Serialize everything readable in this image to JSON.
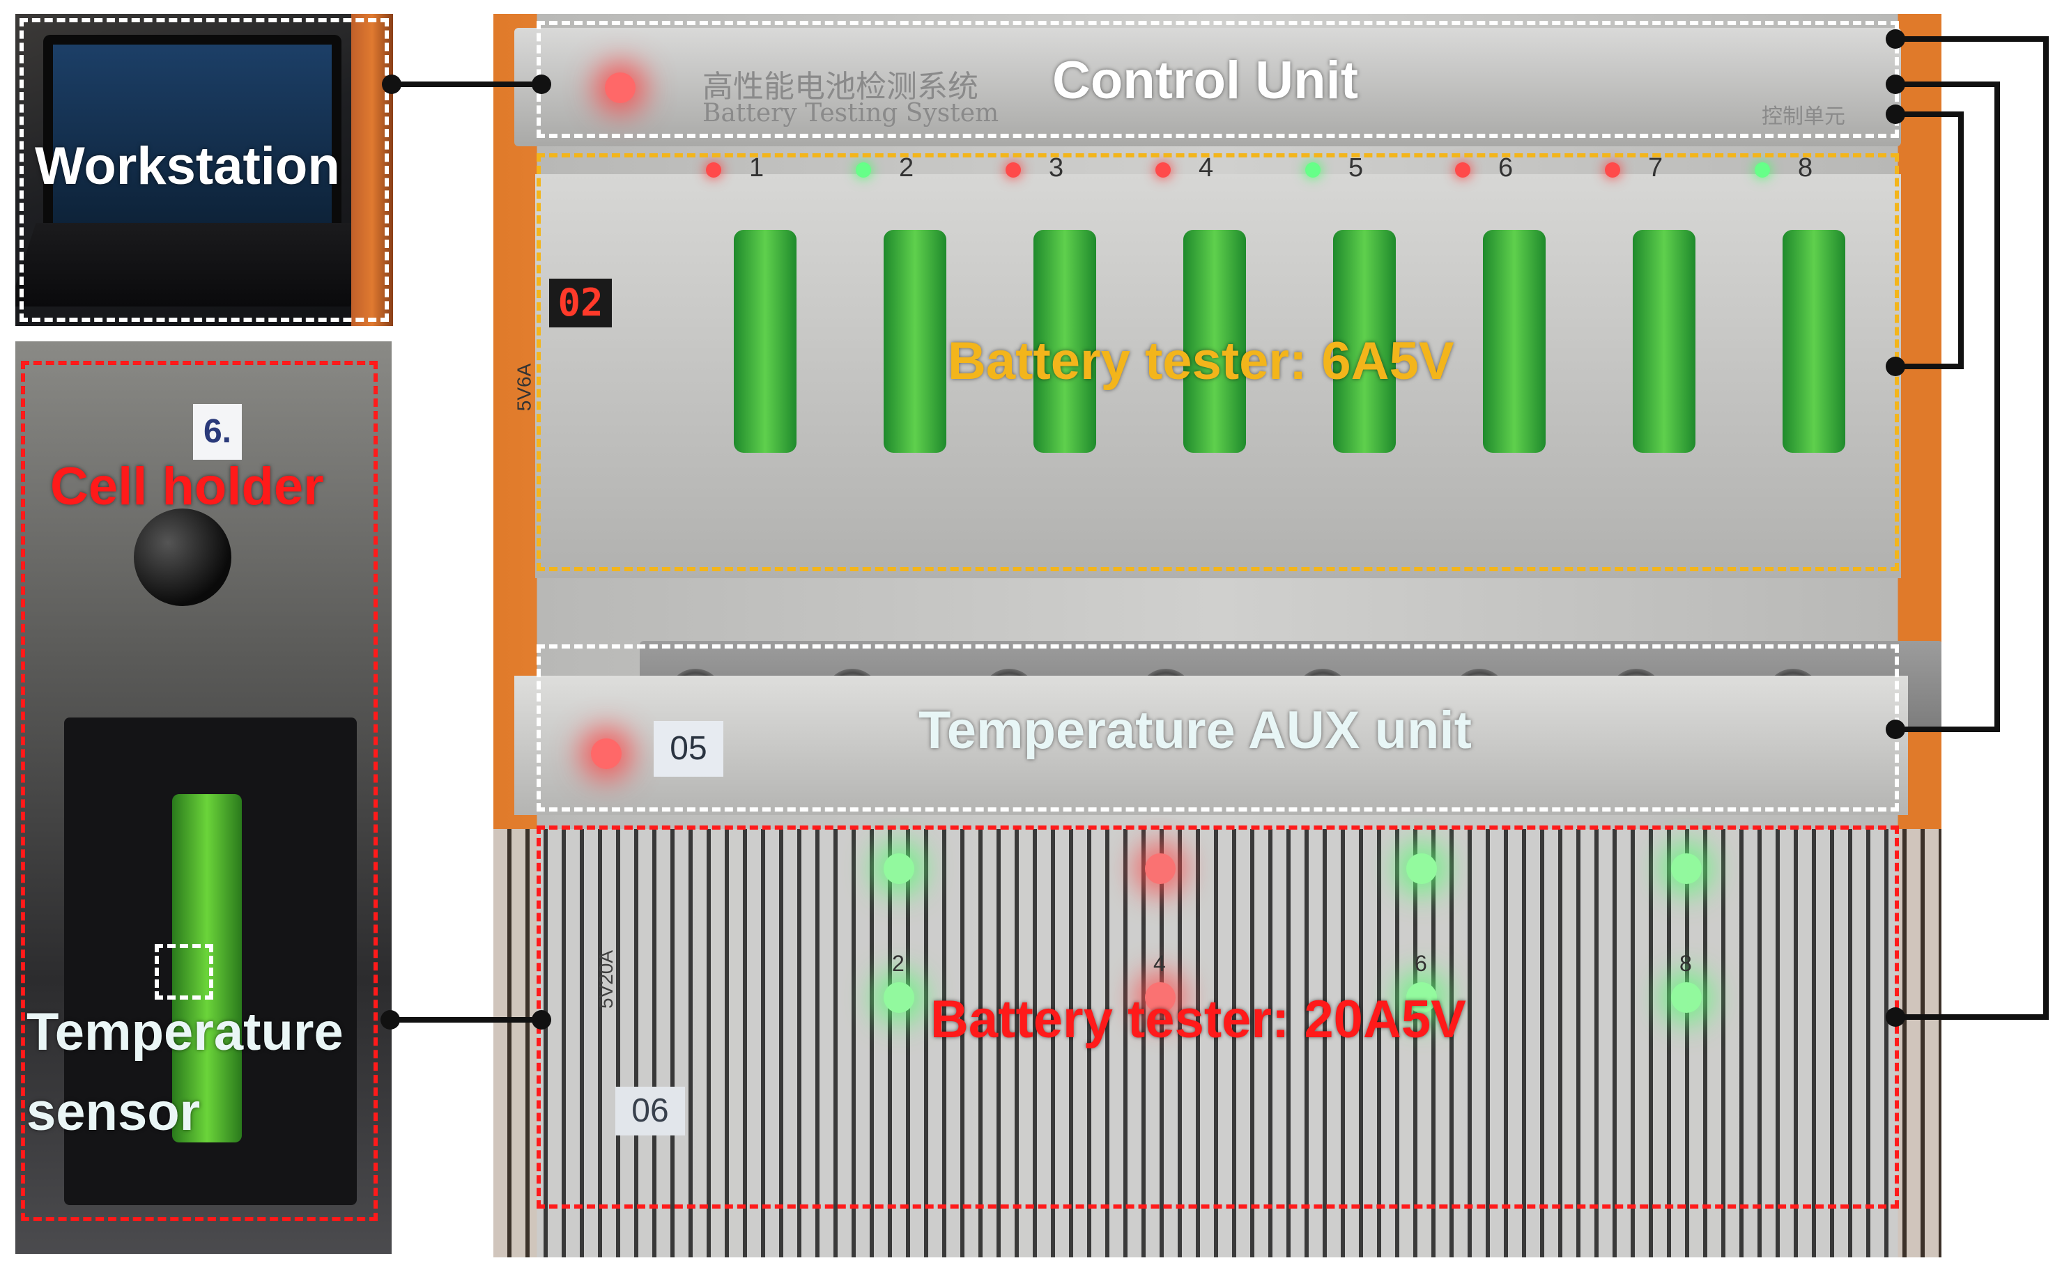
{
  "labels": {
    "workstation": "Workstation",
    "cell_holder": "Cell  holder",
    "temperature_sensor_line1": "Temperature",
    "temperature_sensor_line2": "sensor",
    "control_unit": "Control Unit",
    "battery_tester_6a": "Battery tester: 6A5V",
    "temperature_aux": "Temperature AUX unit",
    "battery_tester_20a": "Battery tester: 20A5V"
  },
  "devices": {
    "control_panel_cn": "高性能电池检测系统",
    "control_panel_en": "Battery Testing System",
    "control_unit_cn": "控制单元",
    "tester6_unit_id": "02",
    "tester6_rating": "5V6A",
    "channels": [
      "1",
      "2",
      "3",
      "4",
      "5",
      "6",
      "7",
      "8"
    ],
    "aux_unit_id": "05",
    "tester20_unit_id": "06",
    "tester20_rating": "5V20A",
    "tester20_channels": [
      "2",
      "4",
      "6",
      "8"
    ],
    "holder_card": "6."
  },
  "colors": {
    "white_box": "#ffffff",
    "orange_box": "#f3b51b",
    "red_box": "#ff1a1a",
    "connector": "#111111"
  }
}
